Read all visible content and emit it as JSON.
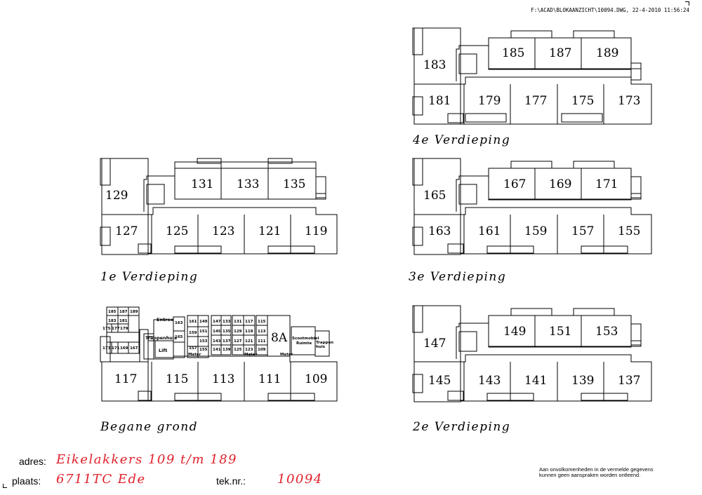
{
  "header": {
    "file_path": "F:\\ACAD\\BLOKAANZICHT\\10094.DWG, 22-4-2010 11:56:24"
  },
  "floors": {
    "vier": {
      "label": "4e Verdieping",
      "stair_unit": "183",
      "top_units": [
        "185",
        "187",
        "189"
      ],
      "bottom_units": [
        "181",
        "179",
        "177",
        "175",
        "173"
      ]
    },
    "een": {
      "label": "1e Verdieping",
      "stair_unit": "129",
      "top_units": [
        "131",
        "133",
        "135"
      ],
      "bottom_units": [
        "127",
        "125",
        "123",
        "121",
        "119"
      ]
    },
    "drie": {
      "label": "3e Verdieping",
      "stair_unit": "165",
      "top_units": [
        "167",
        "169",
        "171"
      ],
      "bottom_units": [
        "163",
        "161",
        "159",
        "157",
        "155"
      ]
    },
    "begane": {
      "label": "Begane grond",
      "bottom_units": [
        "117",
        "115",
        "113",
        "111",
        "109"
      ],
      "unit_8a": "8A",
      "entree": "Entree",
      "trappenhuis": "Trappenhuis",
      "lift": "Lift",
      "scootmobiel_1": "Scootmobiel",
      "scootmobiel_2": "Ruimte",
      "trappen_1": "Trappen",
      "trappen_2": "huis",
      "meter": "Meter",
      "storage_left": [
        [
          "185",
          "187",
          "189"
        ],
        [
          "183",
          "181"
        ],
        [
          "175",
          "177",
          "179"
        ],
        [
          "173",
          "171",
          "169",
          "167"
        ]
      ],
      "storage_col_a": [
        "163",
        "165"
      ],
      "storage_col_b": [
        "161",
        "159",
        "157"
      ],
      "storage_col_c": [
        "149",
        "151",
        "153",
        "155"
      ],
      "storage_col_d": [
        "147",
        "145",
        "143",
        "141"
      ],
      "storage_col_e": [
        "133",
        "135",
        "137",
        "139"
      ],
      "storage_col_f": [
        "131",
        "129",
        "127",
        "125"
      ],
      "storage_col_g": [
        "117",
        "119",
        "121",
        "123"
      ],
      "storage_col_h": [
        "115",
        "113",
        "111",
        "109"
      ]
    },
    "twee": {
      "label": "2e Verdieping",
      "stair_unit": "147",
      "top_units": [
        "149",
        "151",
        "153"
      ],
      "bottom_units": [
        "145",
        "143",
        "141",
        "139",
        "137"
      ]
    }
  },
  "info": {
    "adres_label": "adres:",
    "adres_value": "Eikelakkers  109  t/m  189",
    "plaats_label": "plaats:",
    "plaats_value": "6711TC  Ede",
    "teknr_label": "tek.nr.:",
    "teknr_value": "10094"
  },
  "disclaimer": {
    "line1": "Aan onvolkomenheden in de vermelde gegevens",
    "line2": "kunnen geen aanspraken worden ontleend."
  }
}
